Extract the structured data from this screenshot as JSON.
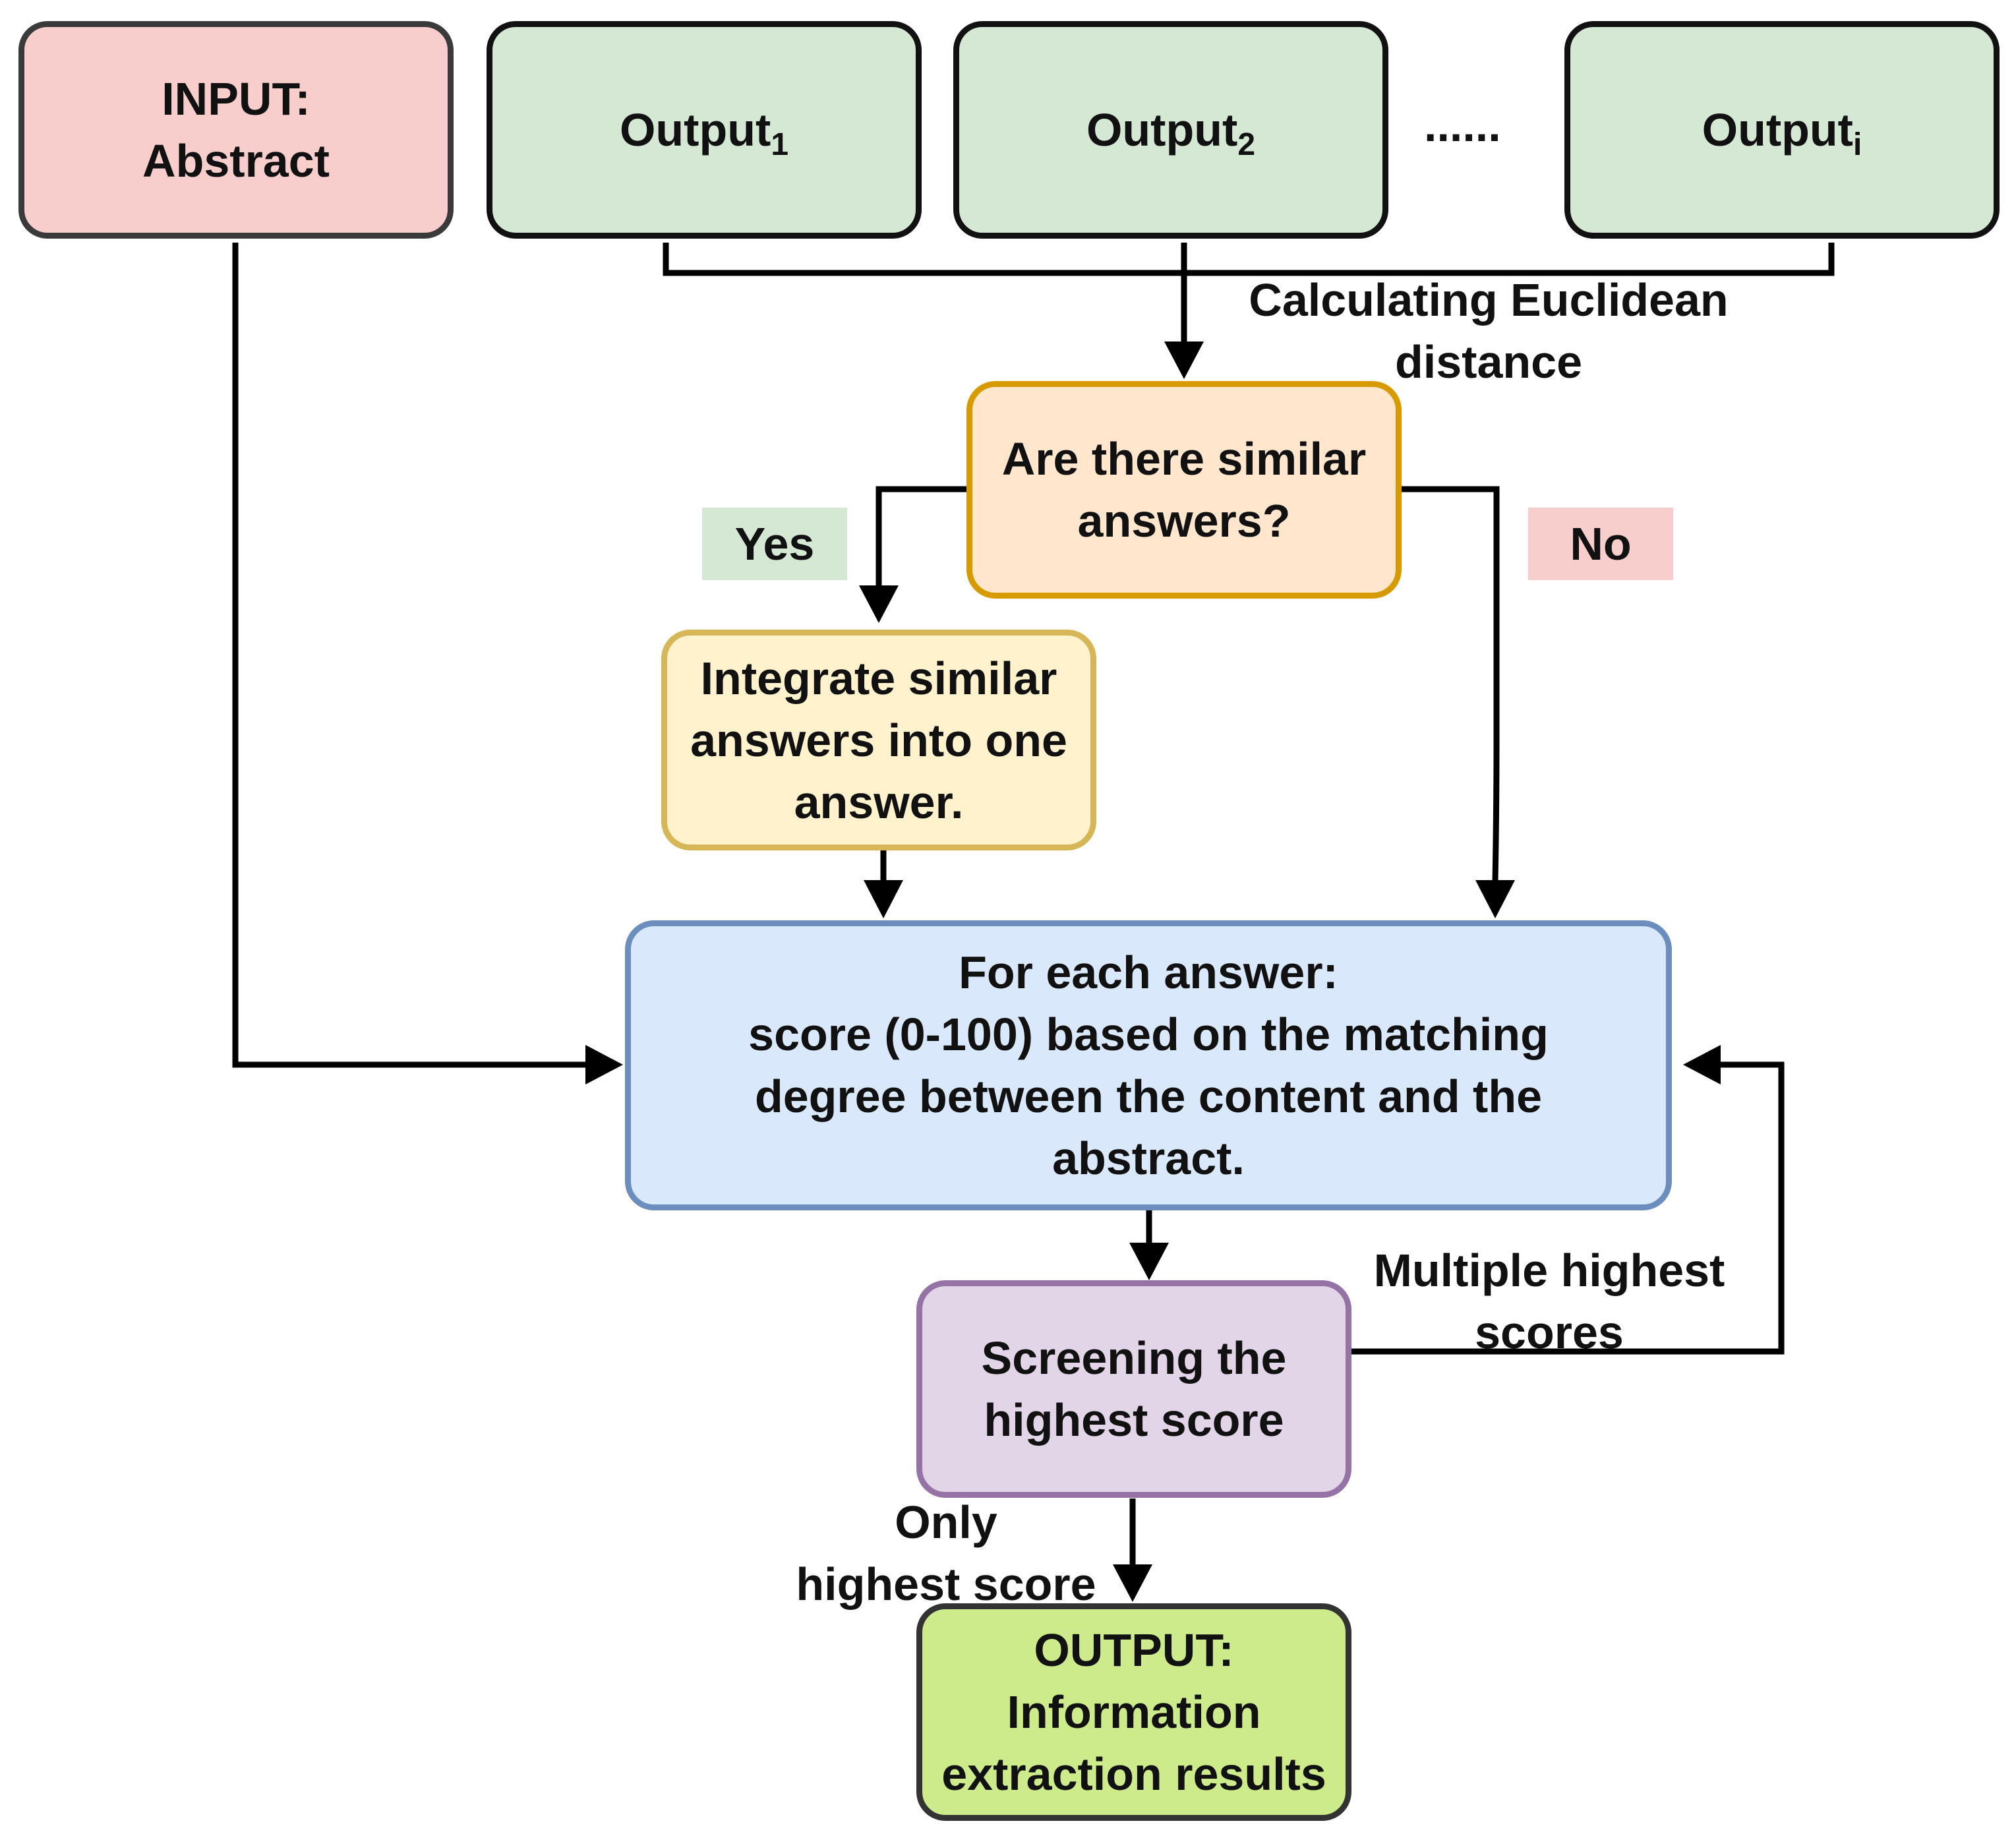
{
  "nodes": {
    "input": {
      "line1": "INPUT:",
      "line2": "Abstract"
    },
    "output1": {
      "text": "Output",
      "sub": "1"
    },
    "output2": {
      "text": "Output",
      "sub": "2"
    },
    "outputi": {
      "text": "Output",
      "sub": "i"
    },
    "ellipsis": "......",
    "decision": {
      "line1": "Are there similar",
      "line2": "answers?"
    },
    "integrate": {
      "line1": "Integrate similar",
      "line2": "answers into one",
      "line3": "answer."
    },
    "score": {
      "line1": "For each answer:",
      "line2": "score (0-100) based on the matching",
      "line3": "degree between the content and the",
      "line4": "abstract."
    },
    "screen": {
      "line1": "Screening the",
      "line2": "highest score"
    },
    "output": {
      "line1": "OUTPUT:",
      "line2": "Information",
      "line3": "extraction results"
    }
  },
  "edge_labels": {
    "euclidean": {
      "line1": "Calculating Euclidean",
      "line2": "distance"
    },
    "yes": "Yes",
    "no": "No",
    "multiple": {
      "line1": "Multiple highest",
      "line2": "scores"
    },
    "only": {
      "line1": "Only",
      "line2": "highest score"
    }
  },
  "colors": {
    "input_fill": "#f8cecc",
    "input_border": "#3a3a3a",
    "output_fill": "#d5e8d4",
    "output_border": "#111111",
    "decision_fill": "#ffe6cc",
    "decision_border": "#d79b00",
    "integrate_fill": "#fff2cc",
    "integrate_border": "#d6b656",
    "score_fill": "#dae8fc",
    "score_border": "#6c8ebf",
    "screen_fill": "#e1d5e7",
    "screen_border": "#9673a6",
    "final_fill": "#cdeb8b",
    "final_border": "#333333",
    "yes_tag": "#d5e8d4",
    "no_tag": "#f8cecc",
    "line": "#000000"
  }
}
